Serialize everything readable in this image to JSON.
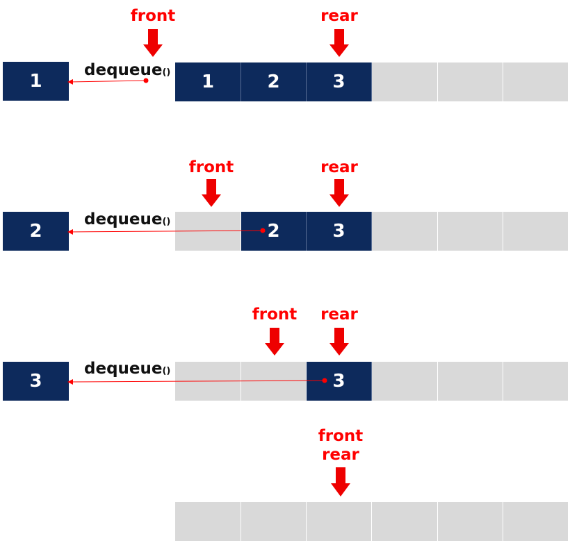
{
  "rows": [
    {
      "output_value": "1",
      "operation": "dequeue",
      "paren": "()",
      "cells": [
        "1",
        "2",
        "3",
        "",
        "",
        ""
      ],
      "filled": [
        true,
        true,
        true,
        false,
        false,
        false
      ],
      "front_label": "front",
      "rear_label": "rear"
    },
    {
      "output_value": "2",
      "operation": "dequeue",
      "paren": "()",
      "cells": [
        "",
        "2",
        "3",
        "",
        "",
        ""
      ],
      "filled": [
        false,
        true,
        true,
        false,
        false,
        false
      ],
      "front_label": "front",
      "rear_label": "rear"
    },
    {
      "output_value": "3",
      "operation": "dequeue",
      "paren": "()",
      "cells": [
        "",
        "",
        "3",
        "",
        "",
        ""
      ],
      "filled": [
        false,
        false,
        true,
        false,
        false,
        false
      ],
      "front_label": "front",
      "rear_label": "rear"
    },
    {
      "cells": [
        "",
        "",
        "",
        "",
        "",
        ""
      ],
      "filled": [
        false,
        false,
        false,
        false,
        false,
        false
      ],
      "front_label": "front",
      "rear_label": "rear"
    }
  ],
  "colors": {
    "filled": "#0d2a5c",
    "empty": "#d9d9d9",
    "pointer": "#ff0000"
  }
}
